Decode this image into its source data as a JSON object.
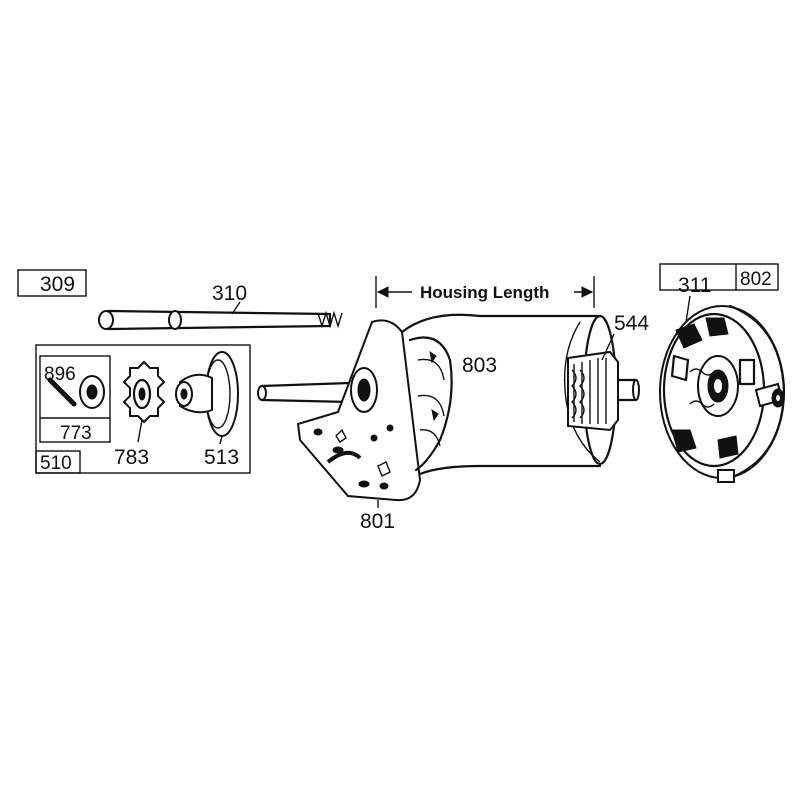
{
  "diagram": {
    "callouts": {
      "p309": "309",
      "p310": "310",
      "p311": "311",
      "p802": "802",
      "p544": "544",
      "p803": "803",
      "p801": "801",
      "p896": "896",
      "p773": "773",
      "p783": "783",
      "p513": "513",
      "p510": "510"
    },
    "dimension": {
      "housing_length": "Housing Length"
    },
    "colors": {
      "ink": "#111111",
      "paper": "#ffffff"
    }
  }
}
